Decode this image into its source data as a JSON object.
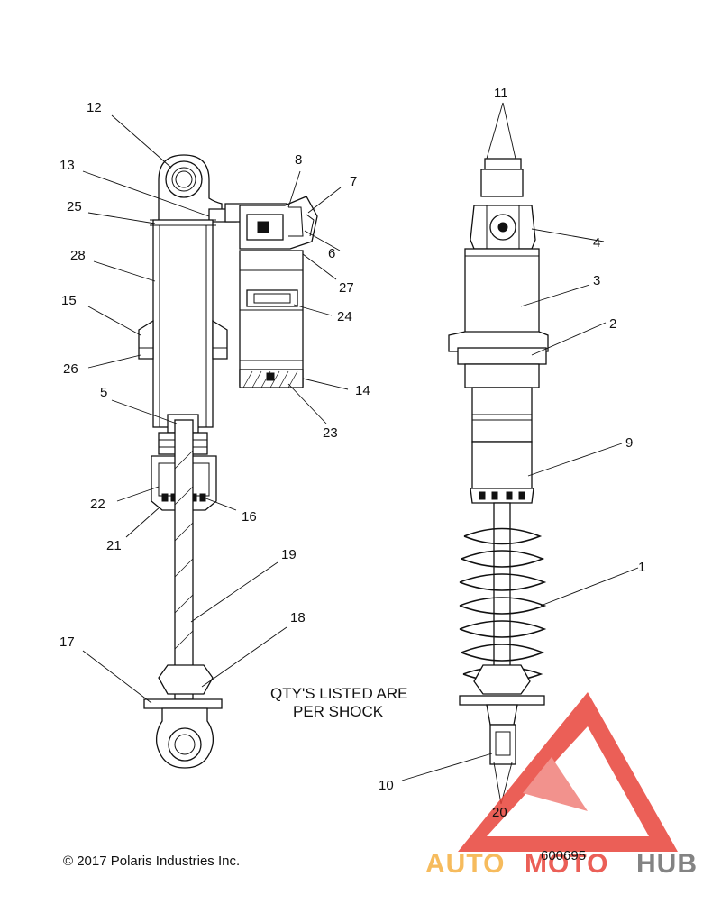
{
  "callouts": [
    "1",
    "2",
    "3",
    "4",
    "5",
    "6",
    "7",
    "8",
    "9",
    "10",
    "11",
    "12",
    "13",
    "14",
    "15",
    "16",
    "17",
    "18",
    "19",
    "20",
    "21",
    "22",
    "23",
    "24",
    "25",
    "26",
    "27",
    "28"
  ],
  "note": {
    "line1": "QTY'S LISTED ARE",
    "line2": "PER SHOCK"
  },
  "copyright": "© 2017 Polaris Industries Inc.",
  "drawing_number": "600695",
  "watermark": {
    "part1": "AUTO",
    "part2": "MOTO",
    "part3": "HUB"
  },
  "colors": {
    "watermark_orange": "#f5b041",
    "watermark_red": "#e8443a",
    "watermark_gray": "#6e6e6e",
    "line": "#111111"
  }
}
